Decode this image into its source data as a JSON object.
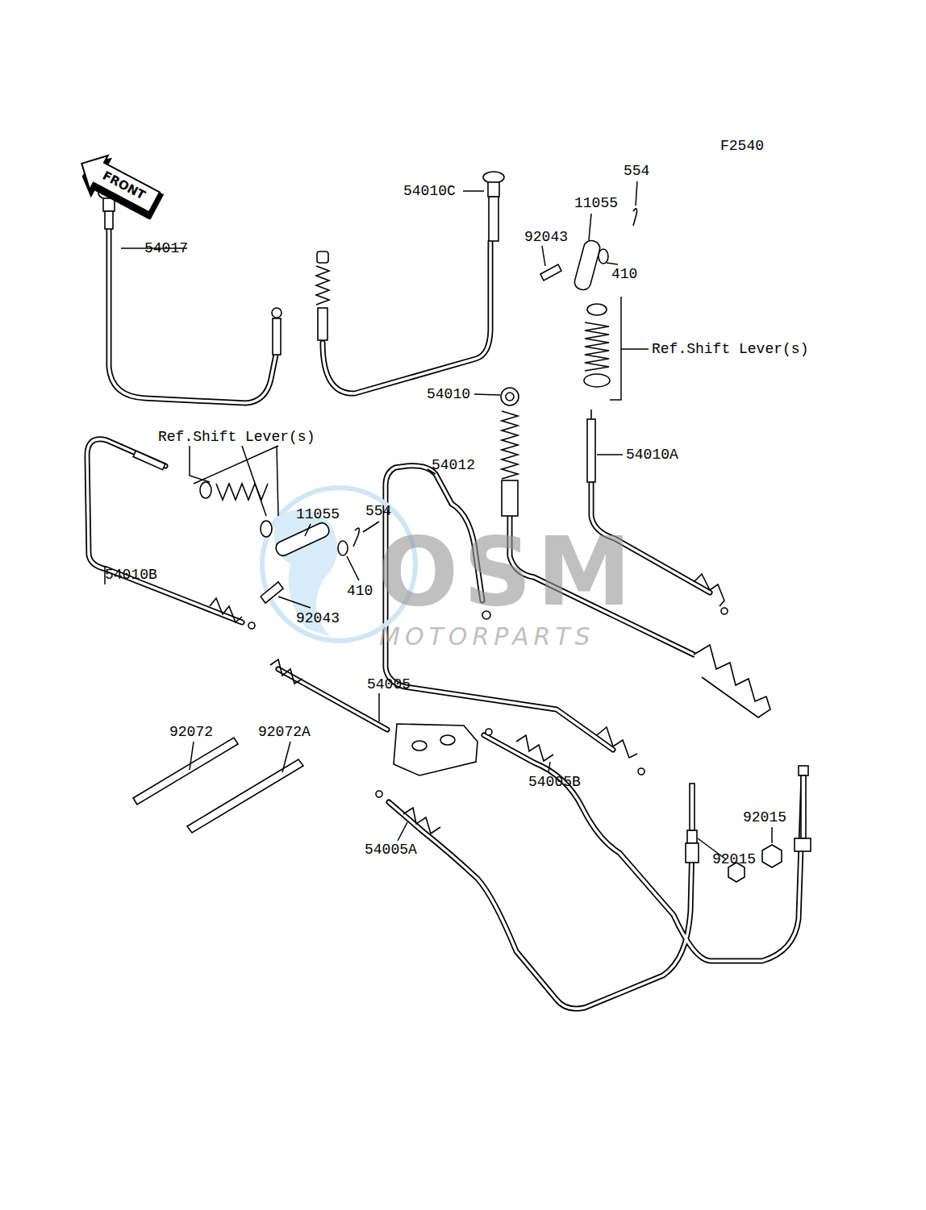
{
  "diagram": {
    "nodes": [
      {
        "text": [
          "FRONT"
        ]
      }
    ],
    "labels": [
      "F2540",
      "554",
      "54010C",
      "11055",
      "92043",
      "54017",
      "410",
      "Ref.Shift Lever(s)",
      "54010",
      "54010A",
      "Ref.Shift Lever(s)",
      "54012",
      "554",
      "11055",
      "410",
      "92043",
      "54010B",
      "54005",
      "92072",
      "92072A",
      "54005B",
      "92015",
      "92015",
      "54005A",
      "OSM",
      "MOTORPARTS"
    ]
  }
}
